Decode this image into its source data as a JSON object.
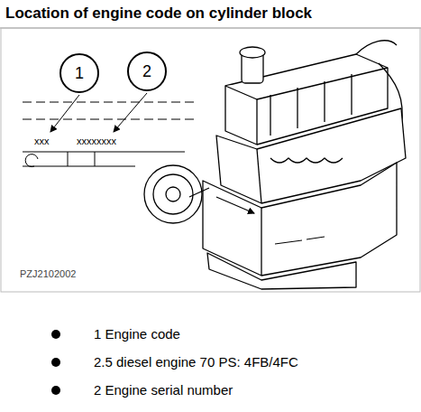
{
  "diagram": {
    "title": "Location of engine code on cylinder block",
    "nodes": [
      {
        "text": [
          "1"
        ]
      },
      {
        "text": [
          "2"
        ]
      }
    ],
    "labels": [
      "xxx",
      "xxxxxxxx",
      "PZJ2102002",
      "1 Engine code",
      "2.5 diesel engine 70 PS: 4FB/4FC",
      "2 Engine serial number"
    ]
  }
}
